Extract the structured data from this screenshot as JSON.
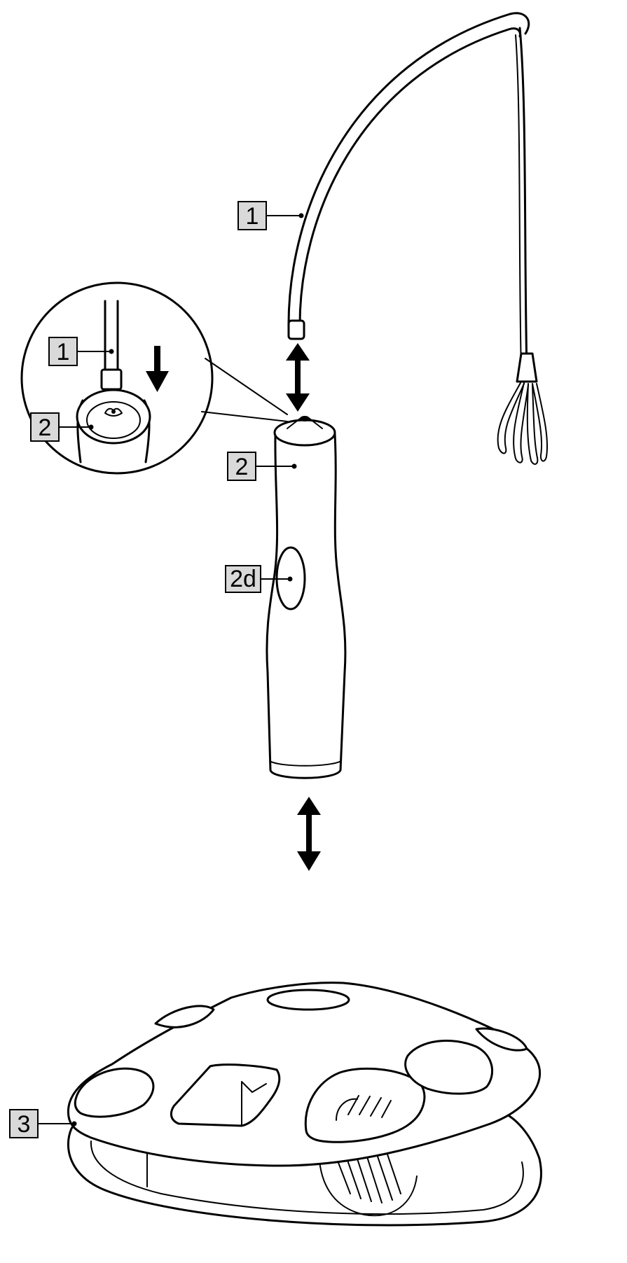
{
  "callouts": {
    "c1_top": "1",
    "c1_detail": "1",
    "c2_detail": "2",
    "c2_main": "2",
    "c2d": "2d",
    "c3": "3"
  },
  "colors": {
    "line": "#000000",
    "label_fill": "#d9d9d9",
    "background": "#ffffff"
  }
}
